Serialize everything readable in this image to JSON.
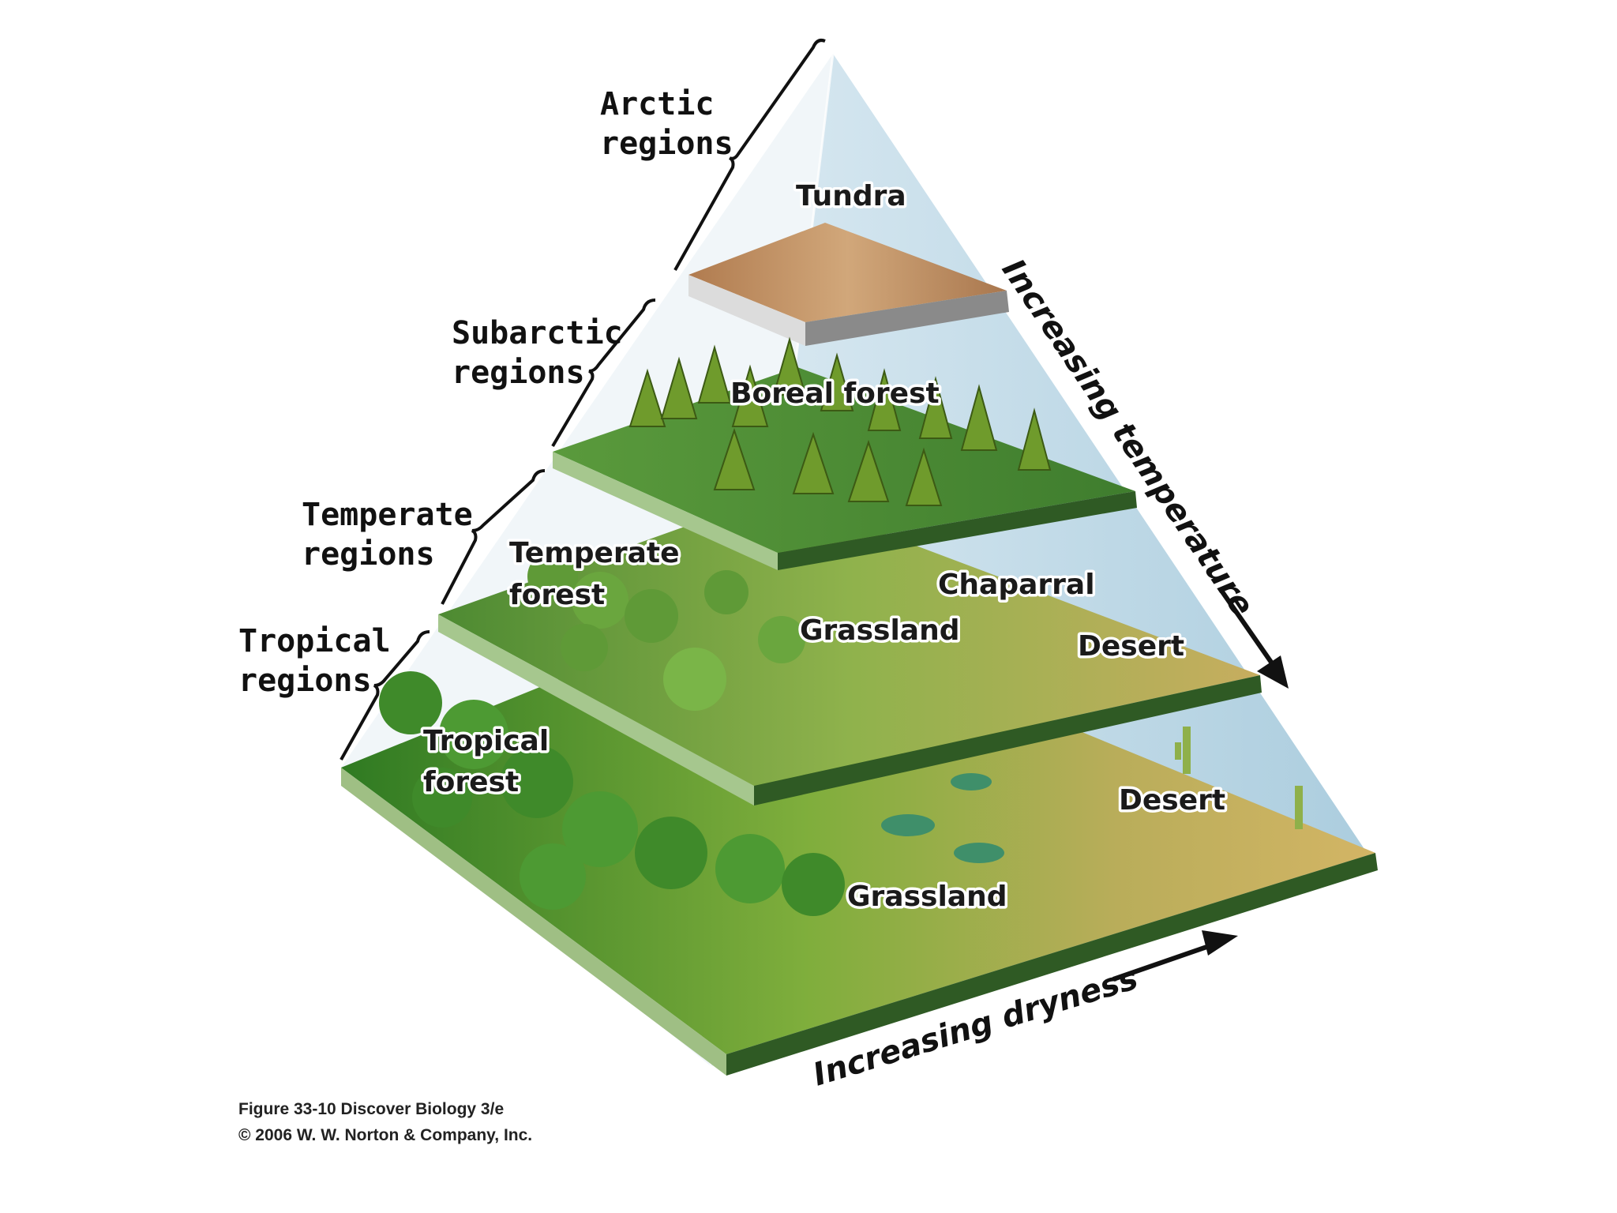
{
  "regions": {
    "arctic": [
      "Arctic",
      "regions"
    ],
    "subarctic": [
      "Subarctic",
      "regions"
    ],
    "temperate": [
      "Temperate",
      "regions"
    ],
    "tropical": [
      "Tropical",
      "regions"
    ]
  },
  "biomes": {
    "tundra": "Tundra",
    "boreal_forest": "Boreal forest",
    "temperate_forest": [
      "Temperate",
      "forest"
    ],
    "chaparral": "Chaparral",
    "grassland_temperate": "Grassland",
    "desert_temperate": "Desert",
    "tropical_forest": [
      "Tropical",
      "forest"
    ],
    "desert_tropical": "Desert",
    "grassland_tropical": "Grassland"
  },
  "axes": {
    "temperature": "Increasing temperature",
    "dryness": "Increasing dryness"
  },
  "caption": {
    "line1": "Figure 33-10  Discover Biology 3/e",
    "line2": "© 2006 W. W. Norton & Company, Inc."
  },
  "colors": {
    "sky": "#bcd8e6",
    "forest_green": "#3f7a2c",
    "grass_green": "#8bb04a",
    "desert_tan": "#c9a65a",
    "tundra_brown": "#b8895a",
    "slab_edge": "#2f5a24"
  }
}
